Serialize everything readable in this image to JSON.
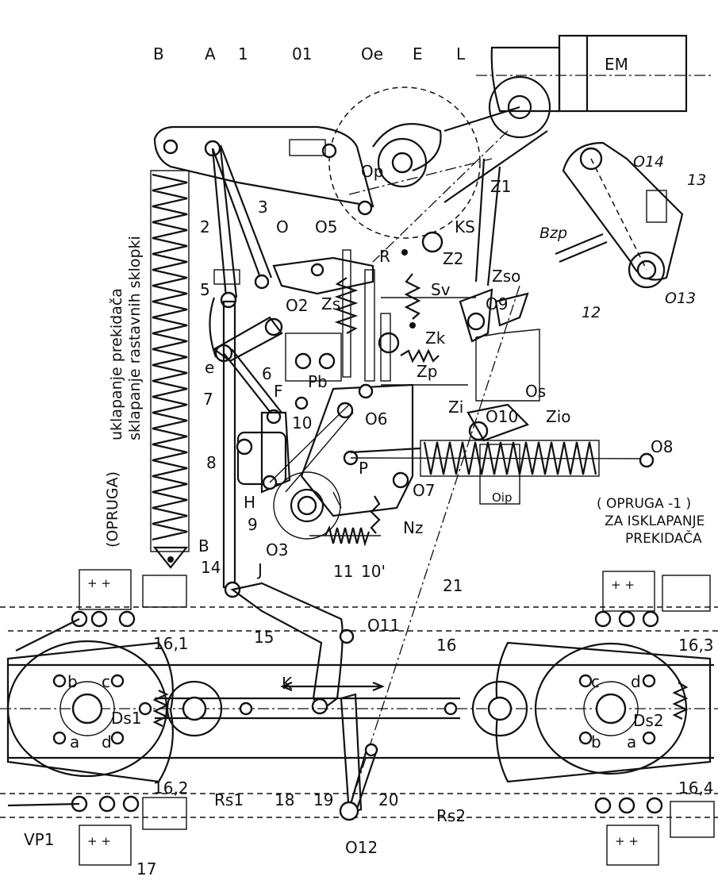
{
  "diagram": {
    "labels": {
      "B_top": "B",
      "A": "A",
      "n1": "1",
      "O1": "01",
      "Oe": "Oe",
      "E": "E",
      "L": "L",
      "EM": "EM",
      "O14": "O14",
      "n13": "13",
      "Z1": "Z1",
      "Bzp": "Bzp",
      "KS": "KS",
      "R": "R",
      "Z2": "Z2",
      "Zso": "Zso",
      "n2": "2",
      "n3": "3",
      "O": "O",
      "O5": "O5",
      "Op": "Op",
      "Zs": "Zs",
      "Sv": "Sv",
      "O9": "O9",
      "n12": "12",
      "O13": "O13",
      "n5": "5",
      "O2": "O2",
      "Zk": "Zk",
      "e": "e",
      "n6": "6",
      "n7": "7",
      "F": "F",
      "Pb": "Pb",
      "Zp": "Zp",
      "Os": "Os",
      "O6": "O6",
      "Zi": "Zi",
      "O10": "O10",
      "Zio": "Zio",
      "n10": "10",
      "O8": "O8",
      "n8": "8",
      "P": "P",
      "O7": "O7",
      "Oip": "Oip",
      "H": "H",
      "n9": "9",
      "O3": "O3",
      "Nz": "Nz",
      "B_bot": "B",
      "n11": "11",
      "n10p": "10'",
      "n14": "14",
      "J": "J",
      "n21": "21",
      "O11": "O11",
      "n15": "15",
      "n16": "16",
      "n16_1": "16,1",
      "n16_3": "16,3",
      "K": "K",
      "b": "b",
      "c": "c",
      "d": "d",
      "a": "a",
      "Ds1": "Ds1",
      "c2": "c",
      "d2": "d",
      "Ds2": "Ds2",
      "b2": "b",
      "a2": "a",
      "n16_2": "16,2",
      "n16_4": "16,4",
      "Rs1": "Rs1",
      "n18": "18",
      "n19": "19",
      "n20": "20",
      "Rs2": "Rs2",
      "VP1": "VP1",
      "n17": "17",
      "O12": "O12",
      "pm": "+ +"
    },
    "spring_left_caption": {
      "line1": "uklapanje prekidača",
      "line2": "sklapanje rastavnih sklopki",
      "line3": "(OPRUGA)"
    },
    "spring_right_caption": {
      "line1": "( OPRUGA -1 )",
      "line2": "ZA ISKLAPANJE",
      "line3": "PREKIDAČA"
    }
  }
}
